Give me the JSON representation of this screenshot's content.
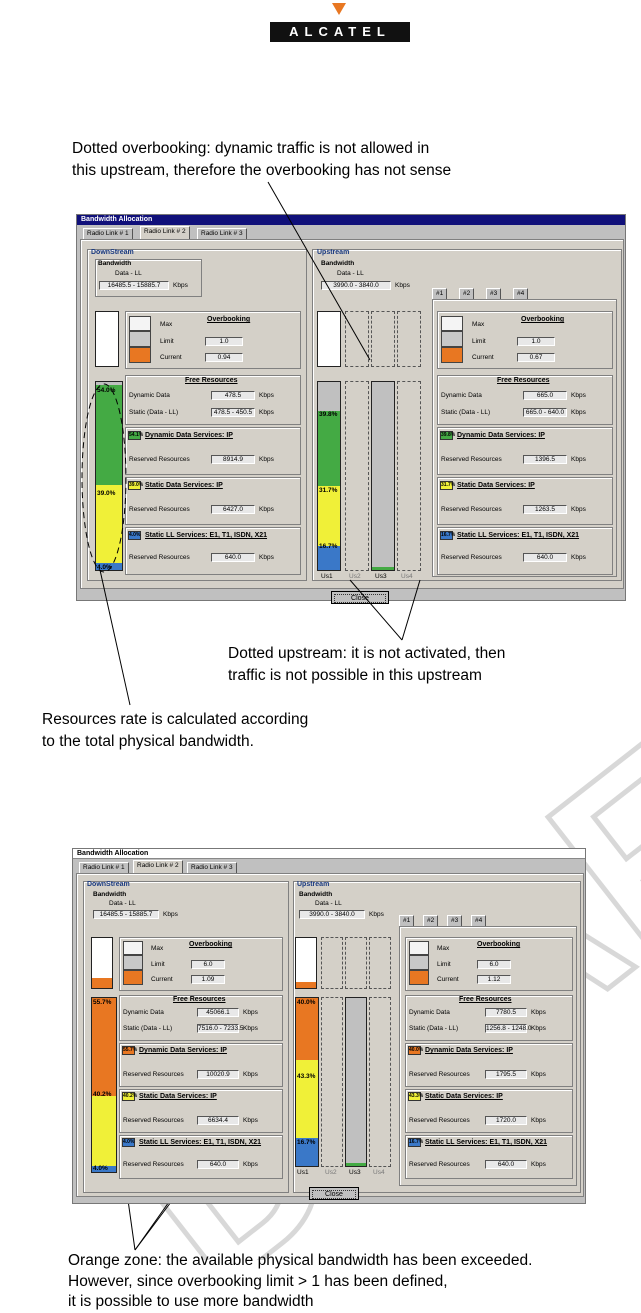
{
  "logo": "ALCATEL",
  "watermark": "DRAFT",
  "captions": {
    "c1_line1": "Dotted overbooking: dynamic traffic is not allowed in",
    "c1_line2": "this upstream, therefore the overbooking has not sense",
    "c2_line1": "Dotted upstream: it is not activated, then",
    "c2_line2": "traffic is not possible in this upstream",
    "c3_line1": "Resources rate is calculated according",
    "c3_line2": "to the total physical bandwidth.",
    "c4_line1": "Orange zone: the available physical bandwidth has been exceeded.",
    "c4_line2": "However, since overbooking limit > 1 has been defined,",
    "c4_line3": "it is possible to use more bandwidth"
  },
  "colors": {
    "dynamic": "#44aa44",
    "static": "#f0f038",
    "ll": "#3a78c8",
    "over": "#e87722",
    "titlebar": "#10107a"
  },
  "shot1": {
    "title": "Bandwidth Allocation",
    "tabs": [
      "Radio Link # 1",
      "Radio Link # 2",
      "Radio Link # 3"
    ],
    "ds": {
      "group": "DownStream",
      "bw_label": "Bandwidth",
      "bw_type": "Data - LL",
      "bw_value": "16485.5 - 15885.7",
      "bw_unit": "Kbps",
      "ob_title": "Overbooking",
      "ob_max": "Max",
      "ob_limit_lbl": "Limit",
      "ob_limit": "1.0",
      "ob_current_lbl": "Current",
      "ob_current": "0.94",
      "fr_title": "Free Resources",
      "fr_dyn_lbl": "Dynamic Data",
      "fr_dyn": "478.5",
      "fr_static_lbl": "Static (Data - LL)",
      "fr_static": "478.5 - 450.5",
      "unit": "Kbps",
      "dyn_title": "Dynamic Data Services: IP",
      "dyn_pct": "54.1%",
      "res_lbl": "Reserved Resources",
      "dyn_res": "8914.9",
      "sta_title": "Static Data Services: IP",
      "sta_pct": "39.0%",
      "sta_res": "6427.0",
      "ll_title": "Static LL Services: E1, T1, ISDN, X21",
      "ll_pct": "4.0%",
      "ll_res": "640.0",
      "bar_top": "54.0%",
      "bar_mid": "39.0%",
      "bar_bot": "4.0%"
    },
    "us": {
      "group": "Upstream",
      "bw_label": "Bandwidth",
      "bw_type": "Data - LL",
      "bw_value": "3990.0 - 3840.0",
      "bw_unit": "Kbps",
      "subtabs": [
        "#1",
        "#2",
        "#3",
        "#4"
      ],
      "bar_top": "39.8%",
      "bar_mid": "31.7%",
      "bar_bot": "16.7%",
      "bars": [
        "Us1",
        "Us2",
        "Us3",
        "Us4"
      ],
      "ob_limit": "1.0",
      "ob_current": "0.67",
      "fr_dyn": "665.0",
      "fr_static": "665.0 - 640.0",
      "dyn_pct": "39.8%",
      "dyn_res": "1396.5",
      "sta_pct": "31.7%",
      "sta_res": "1263.5",
      "ll_pct": "16.7%",
      "ll_res": "640.0"
    },
    "close": "Close"
  },
  "shot2": {
    "title": "Bandwidth Allocation",
    "tabs": [
      "Radio Link # 1",
      "Radio Link # 2",
      "Radio Link # 3"
    ],
    "ds": {
      "group": "DownStream",
      "bw_label": "Bandwidth",
      "bw_type": "Data - LL",
      "bw_value": "16485.5 - 15885.7",
      "bw_unit": "Kbps",
      "ob_title": "Overbooking",
      "ob_max": "Max",
      "ob_limit_lbl": "Limit",
      "ob_limit": "6.0",
      "ob_current_lbl": "Current",
      "ob_current": "1.09",
      "fr_title": "Free Resources",
      "fr_dyn_lbl": "Dynamic Data",
      "fr_dyn": "45066.1",
      "fr_static_lbl": "Static (Data - LL)",
      "fr_static": "7516.0 - 7233.5",
      "unit": "Kbps",
      "dyn_title": "Dynamic Data Services: IP",
      "dyn_pct": "55.7%",
      "res_lbl": "Reserved Resources",
      "dyn_res": "10020.9",
      "sta_title": "Static Data Services: IP",
      "sta_pct": "40.2%",
      "sta_res": "6634.4",
      "ll_title": "Static LL Services: E1, T1, ISDN, X21",
      "ll_pct": "4.0%",
      "ll_res": "640.0",
      "bar_top": "55.7%",
      "bar_mid": "40.2%",
      "bar_bot": "4.0%"
    },
    "us": {
      "group": "Upstream",
      "bw_label": "Bandwidth",
      "bw_type": "Data - LL",
      "bw_value": "3990.0 - 3840.0",
      "bw_unit": "Kbps",
      "subtabs": [
        "#1",
        "#2",
        "#3",
        "#4"
      ],
      "bar_top": "40.0%",
      "bar_mid": "43.3%",
      "bar_bot": "16.7%",
      "bars": [
        "Us1",
        "Us2",
        "Us3",
        "Us4"
      ],
      "ob_limit": "6.0",
      "ob_current": "1.12",
      "fr_dyn": "7780.5",
      "fr_static": "1256.8 - 1248.0",
      "dyn_pct": "40.0%",
      "dyn_res": "1795.5",
      "sta_pct": "43.3%",
      "sta_res": "1720.0",
      "ll_pct": "16.7%",
      "ll_res": "640.0"
    },
    "close": "Close"
  }
}
